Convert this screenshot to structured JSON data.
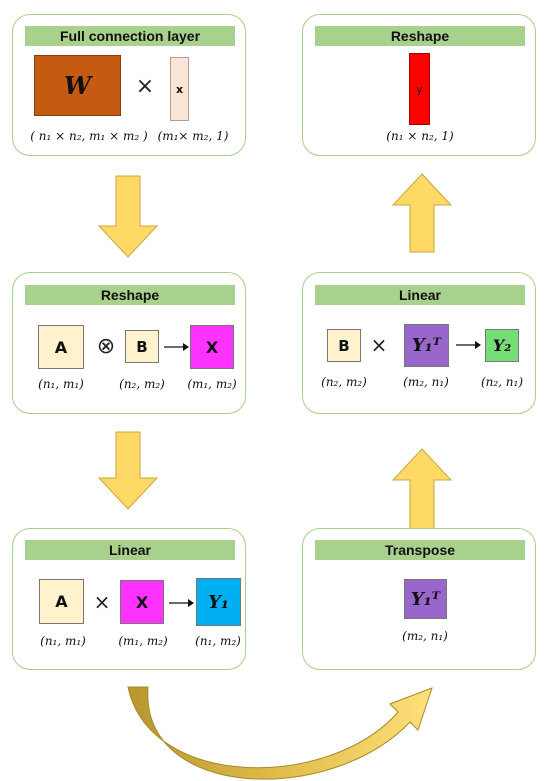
{
  "panels": {
    "full_connection": {
      "header": "Full connection layer",
      "w_label": "W",
      "x_label": "x",
      "times": "×",
      "dim_w": "( n₁ × n₂, m₁ × m₂ )",
      "dim_x": "(m₁× m₂, 1)"
    },
    "reshape_top": {
      "header": "Reshape",
      "y_label": "y",
      "dim_y": "(n₁ × n₂, 1)"
    },
    "reshape_mid": {
      "header": "Reshape",
      "a_label": "A",
      "kron": "⊗",
      "b_label": "B",
      "x_label": "X",
      "dim_a": "(n₁, m₁)",
      "dim_b": "(n₂, m₂)",
      "dim_x": "(m₁, m₂)"
    },
    "linear_right": {
      "header": "Linear",
      "b_label": "B",
      "times": "×",
      "y1t_label": "Y₁ᵀ",
      "y2_label": "Y₂",
      "dim_b": "(n₂, m₂)",
      "dim_y1t": "(m₂, n₁)",
      "dim_y2": "(n₂, n₁)"
    },
    "linear_left": {
      "header": "Linear",
      "a_label": "A",
      "times": "×",
      "x_label": "X",
      "y1_label": "Y₁",
      "dim_a": "(n₁, m₁)",
      "dim_x": "(m₁, m₂)",
      "dim_y1": "(n₁, m₂)"
    },
    "transpose": {
      "header": "Transpose",
      "y1t_label": "Y₁ᵀ",
      "dim_y1t": "(m₂, n₁)"
    }
  },
  "colors": {
    "panel_border": "#a9cf8c",
    "header_bg": "#a9d18e",
    "w_box": "#c55a11",
    "x_box": "#fbe5d6",
    "y_box": "#ff0000",
    "cream_box": "#fff2cc",
    "magenta_box": "#ff33ff",
    "cyan_box": "#00b0f0",
    "purple_box": "#9966cc",
    "green_box": "#77dd77",
    "block_arrow": "#ffd966",
    "curved_arrow": "#bf9f32"
  }
}
